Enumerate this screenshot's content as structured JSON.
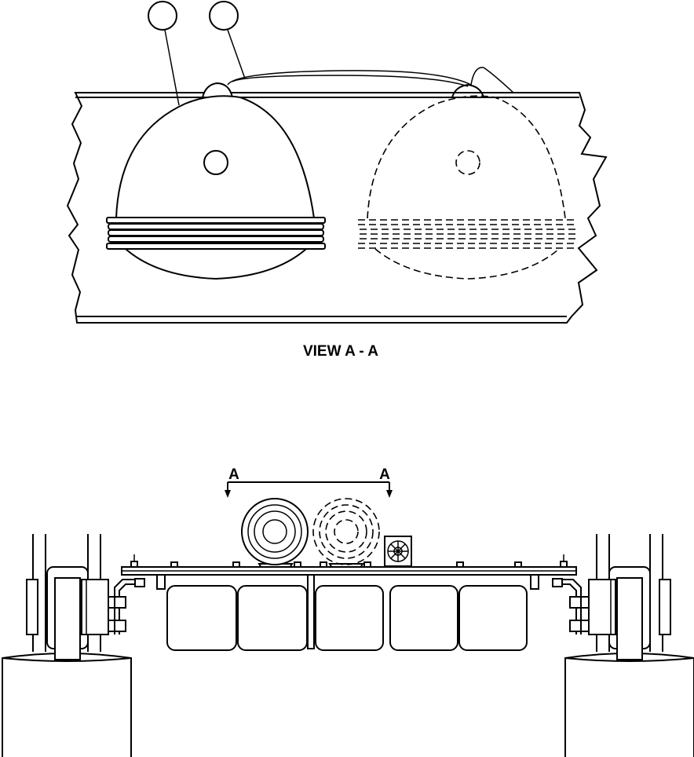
{
  "view_title": "VIEW A - A",
  "section_marker_left": "A",
  "section_marker_right": "A",
  "callout_1": "",
  "callout_2": ""
}
